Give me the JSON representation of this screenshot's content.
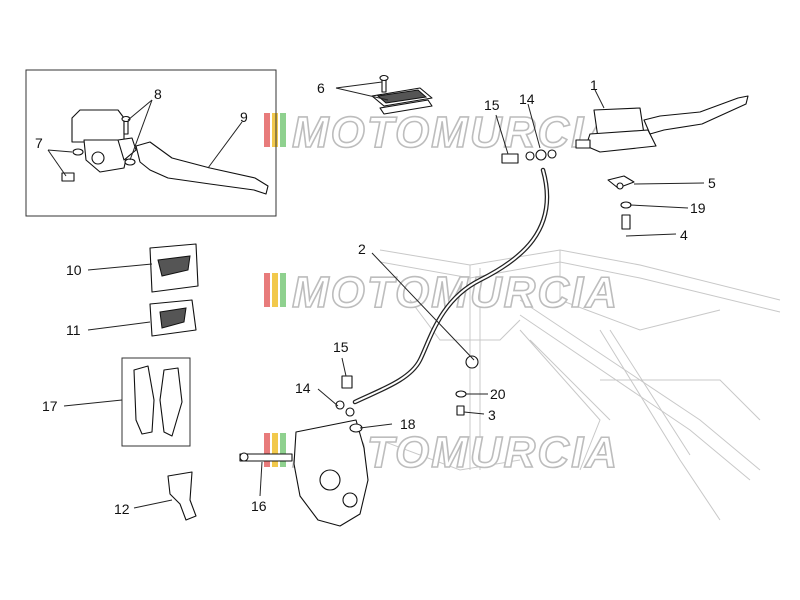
{
  "watermark": {
    "text": "MOTOMURCIA",
    "stripe_colors": [
      "#e87b7b",
      "#f2c94c",
      "#8fd18f"
    ]
  },
  "callouts": [
    {
      "id": "c1",
      "label": "1"
    },
    {
      "id": "c2",
      "label": "2"
    },
    {
      "id": "c3",
      "label": "3"
    },
    {
      "id": "c4",
      "label": "4"
    },
    {
      "id": "c5",
      "label": "5"
    },
    {
      "id": "c6",
      "label": "6"
    },
    {
      "id": "c7",
      "label": "7"
    },
    {
      "id": "c8",
      "label": "8"
    },
    {
      "id": "c9",
      "label": "9"
    },
    {
      "id": "c10",
      "label": "10"
    },
    {
      "id": "c11",
      "label": "11"
    },
    {
      "id": "c12",
      "label": "12"
    },
    {
      "id": "c14a",
      "label": "14"
    },
    {
      "id": "c14b",
      "label": "14"
    },
    {
      "id": "c15a",
      "label": "15"
    },
    {
      "id": "c15b",
      "label": "15"
    },
    {
      "id": "c16",
      "label": "16"
    },
    {
      "id": "c17",
      "label": "17"
    },
    {
      "id": "c18",
      "label": "18"
    },
    {
      "id": "c19",
      "label": "19"
    },
    {
      "id": "c20",
      "label": "20"
    }
  ]
}
